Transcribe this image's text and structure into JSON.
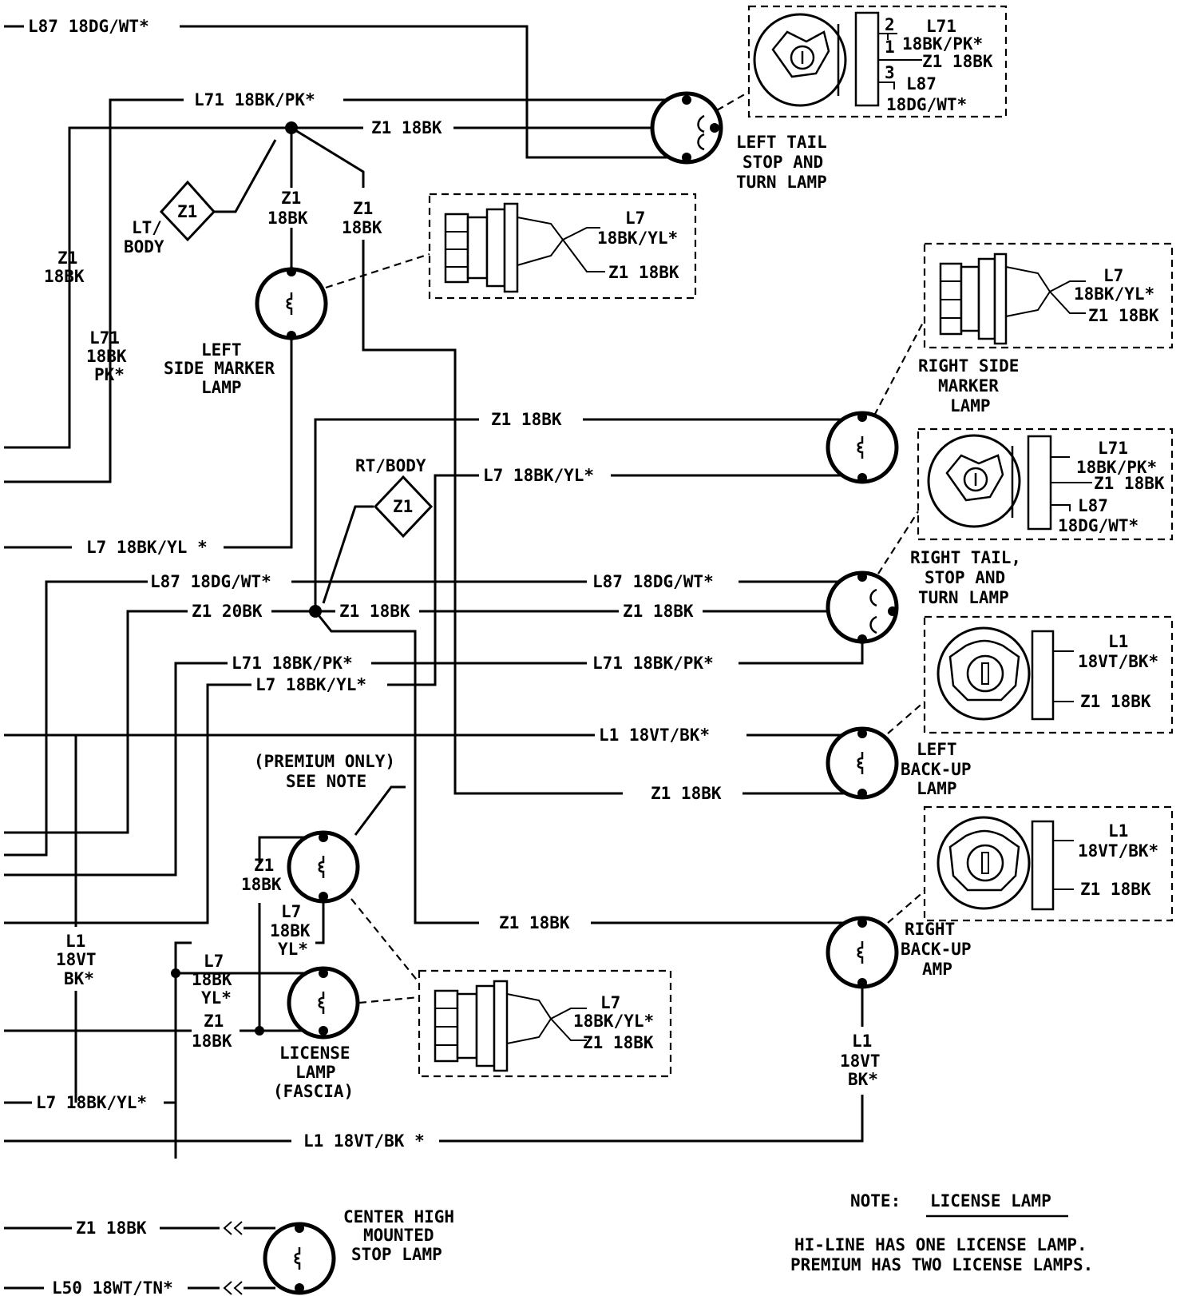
{
  "wires": {
    "l87_top": "L87 18DG/WT*",
    "l71_top": "L71 18BK/PK*",
    "z1_top": "Z1 18BK",
    "z1_left_vert_a": "Z1",
    "z1_left_vert_b": "18BK",
    "l71_left_vert_a": "L71",
    "l71_left_vert_b": "18BK",
    "l71_left_vert_c": "PK*",
    "z1_mid_a": "Z1",
    "z1_mid_b": "18BK",
    "z1_right_a": "Z1",
    "z1_right_b": "18BK",
    "z1_rsm": "Z1 18BK",
    "l7_rt": "L7 18BK/YL*",
    "l7_left": "L7 18BK/YL *",
    "l87_left": "L87 18DG/WT*",
    "l87_right": "L87 18DG/WT*",
    "z1_20bk": "Z1 20BK",
    "z1_18bk_a": "Z1 18BK",
    "z1_18bk_b": "Z1 18BK",
    "l71_left2": "L71 18BK/PK*",
    "l71_right2": "L71 18BK/PK*",
    "l7_left2": "L7 18BK/YL*",
    "l1_mid": "L1 18VT/BK*",
    "z1_backup": "Z1 18BK",
    "z1_rbu": "Z1 18BK",
    "l1_vert_a": "L1",
    "l1_vert_b": "18VT",
    "l1_vert_c": "BK*",
    "z1_lic_a": "Z1",
    "z1_lic_b": "18BK",
    "l7_lic_a": "L7",
    "l7_lic_b": "18BK",
    "l7_lic_c": "YL*",
    "l7_lic2_a": "L7",
    "l7_lic2_b": "18BK",
    "l7_lic2_c": "YL*",
    "z1_lic2_a": "Z1",
    "z1_lic2_b": "18BK",
    "l7_bottom": "L7 18BK/YL*",
    "l1_bottom": "L1 18VT/BK *",
    "l1_rbu_a": "L1",
    "l1_rbu_b": "18VT",
    "l1_rbu_c": "BK*",
    "z1_chmsl": "Z1 18BK",
    "l50_chmsl": "L50 18WT/TN*"
  },
  "grounds": {
    "lt_body_a": "LT/",
    "lt_body_b": "BODY",
    "rt_body": "RT/BODY",
    "symbol": "Z1"
  },
  "components": {
    "left_tail_a": "LEFT TAIL",
    "left_tail_b": "STOP AND",
    "left_tail_c": "TURN LAMP",
    "left_side_a": "LEFT",
    "left_side_b": "SIDE MARKER",
    "left_side_c": "LAMP",
    "right_side_a": "RIGHT SIDE",
    "right_side_b": "MARKER",
    "right_side_c": "LAMP",
    "right_tail_a": "RIGHT TAIL,",
    "right_tail_b": "STOP AND",
    "right_tail_c": "TURN LAMP",
    "left_backup_a": "LEFT",
    "left_backup_b": "BACK-UP",
    "left_backup_c": "LAMP",
    "right_backup_a": "RIGHT",
    "right_backup_b": "BACK-UP",
    "right_backup_c": "AMP",
    "premium_a": "(PREMIUM ONLY)",
    "premium_b": "SEE NOTE",
    "license_a": "LICENSE",
    "license_b": "LAMP",
    "license_c": "(FASCIA)",
    "chmsl_a": "CENTER HIGH",
    "chmsl_b": "MOUNTED",
    "chmsl_c": "STOP LAMP"
  },
  "connectors": {
    "lt_pin2": "2",
    "lt_pin1": "1",
    "lt_pin3": "3",
    "lt_l71_a": "L71",
    "lt_l71_b": "18BK/PK*",
    "lt_z1": "Z1 18BK",
    "lt_l87_a": "L87",
    "lt_l87_b": "18DG/WT*",
    "ls_l7_a": "L7",
    "ls_l7_b": "18BK/YL*",
    "ls_z1": "Z1 18BK",
    "rs_l7_a": "L7",
    "rs_l7_b": "18BK/YL*",
    "rs_z1": "Z1 18BK",
    "rt_l71_a": "L71",
    "rt_l71_b": "18BK/PK*",
    "rt_z1": "Z1 18BK",
    "rt_l87_a": "L87",
    "rt_l87_b": "18DG/WT*",
    "lb_l1_a": "L1",
    "lb_l1_b": "18VT/BK*",
    "lb_z1": "Z1 18BK",
    "rb_l1_a": "L1",
    "rb_l1_b": "18VT/BK*",
    "rb_z1": "Z1 18BK",
    "lic_l7_a": "L7",
    "lic_l7_b": "18BK/YL*",
    "lic_z1": "Z1 18BK"
  },
  "note": {
    "label": "NOTE:",
    "title": "LICENSE LAMP",
    "line1": "HI-LINE HAS ONE LICENSE LAMP.",
    "line2": "PREMIUM HAS TWO LICENSE LAMPS."
  }
}
